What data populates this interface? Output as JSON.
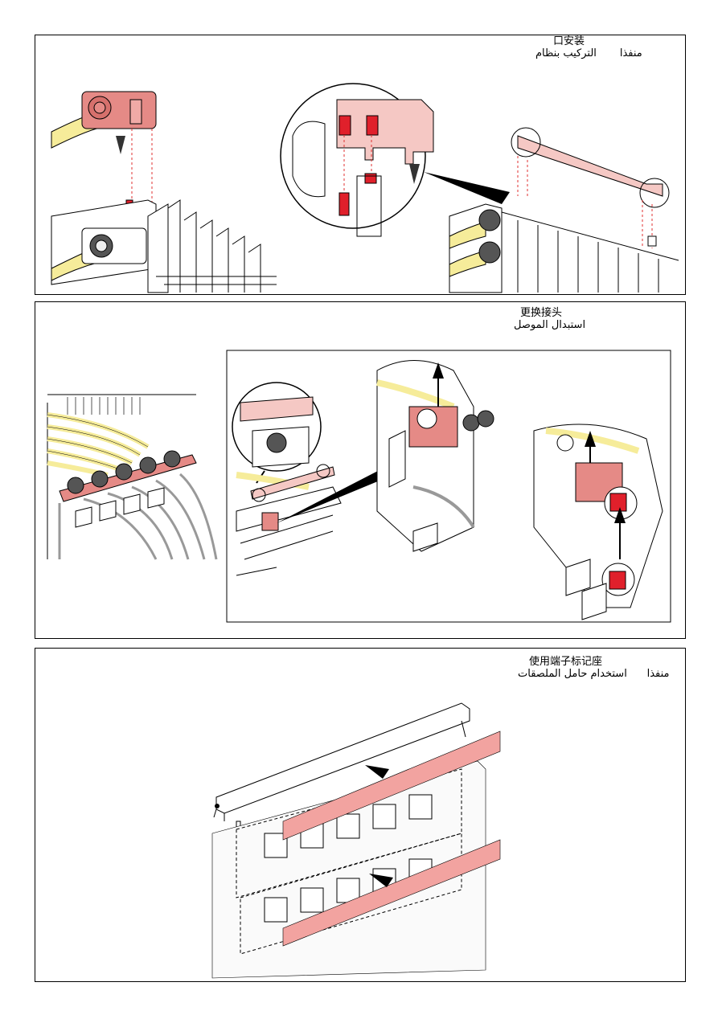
{
  "sections": [
    {
      "title_zh": "口安装",
      "title_ar_line1": "التركيب بنظام",
      "title_ar_line2": "منفذا"
    },
    {
      "title_zh": "更换接头",
      "title_ar_line1": "استبدال الموصل"
    },
    {
      "title_zh": "使用端子标记座",
      "title_ar_line1": "استخدام حامل الملصقات",
      "title_ar_line2": "منفذا"
    }
  ],
  "colors": {
    "connector_pink": "#e58a86",
    "latch_red": "#e0202b",
    "cable_yellow": "#f6ec9a",
    "label_strip": "#f2a3a0",
    "guide_dash": "#e03030"
  }
}
